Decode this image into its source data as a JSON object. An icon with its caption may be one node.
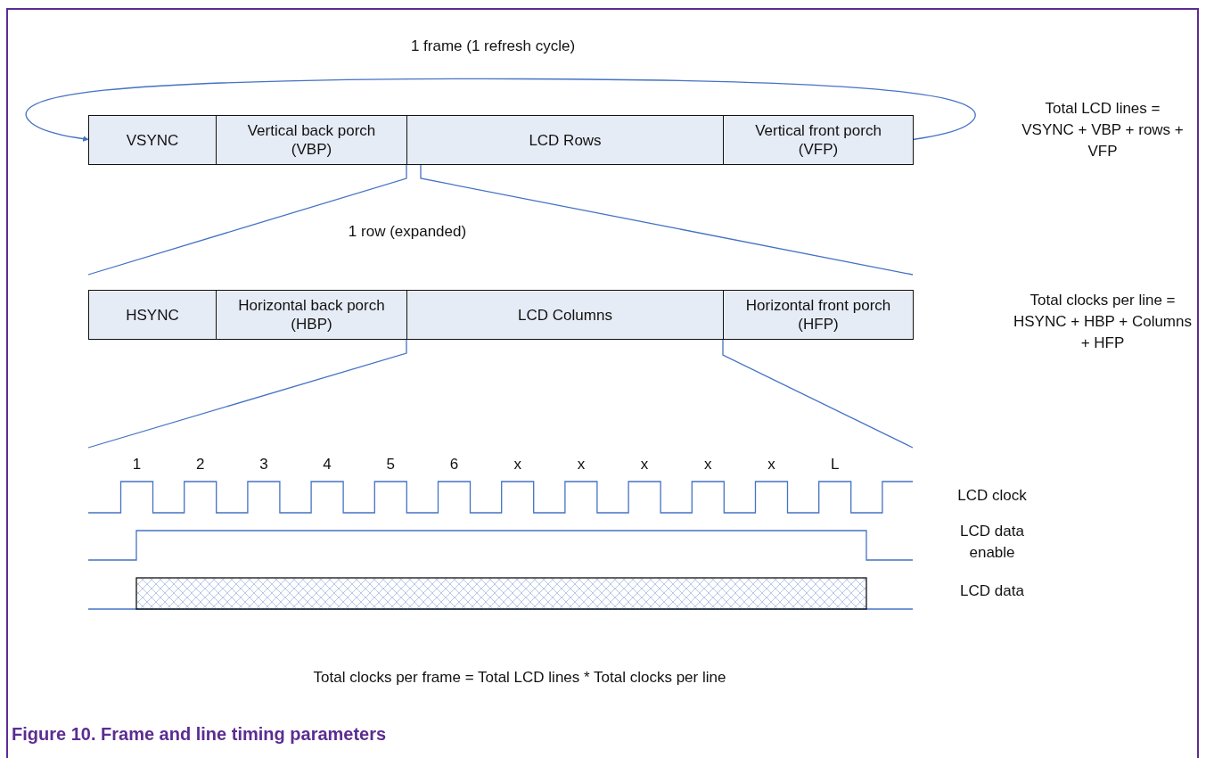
{
  "diagram": {
    "caption": "Figure 10. Frame and line timing parameters",
    "nodes": [
      {
        "text": [
          "VSYNC"
        ]
      },
      {
        "text": [
          "Vertical back porch (VBP)"
        ]
      },
      {
        "text": [
          "LCD Rows"
        ]
      },
      {
        "text": [
          "Vertical front porch (VFP)"
        ]
      },
      {
        "text": [
          "HSYNC"
        ]
      },
      {
        "text": [
          "Horizontal back porch (HBP)"
        ]
      },
      {
        "text": [
          "LCD Columns"
        ]
      },
      {
        "text": [
          "Horizontal front porch (HFP)"
        ]
      }
    ],
    "edges": [
      {
        "from": 3,
        "to": 0,
        "arrow": "to"
      }
    ],
    "labels": [
      "1 frame (1 refresh cycle)",
      "Total LCD lines = VSYNC + VBP + rows + VFP",
      "1 row (expanded)",
      "Total clocks per line = HSYNC + HBP + Columns + HFP",
      "1",
      "2",
      "3",
      "4",
      "5",
      "6",
      "x",
      "x",
      "x",
      "x",
      "x",
      "L",
      "LCD clock",
      "LCD data enable",
      "LCD data",
      "Total clocks per frame = Total LCD lines * Total clocks per line"
    ]
  }
}
